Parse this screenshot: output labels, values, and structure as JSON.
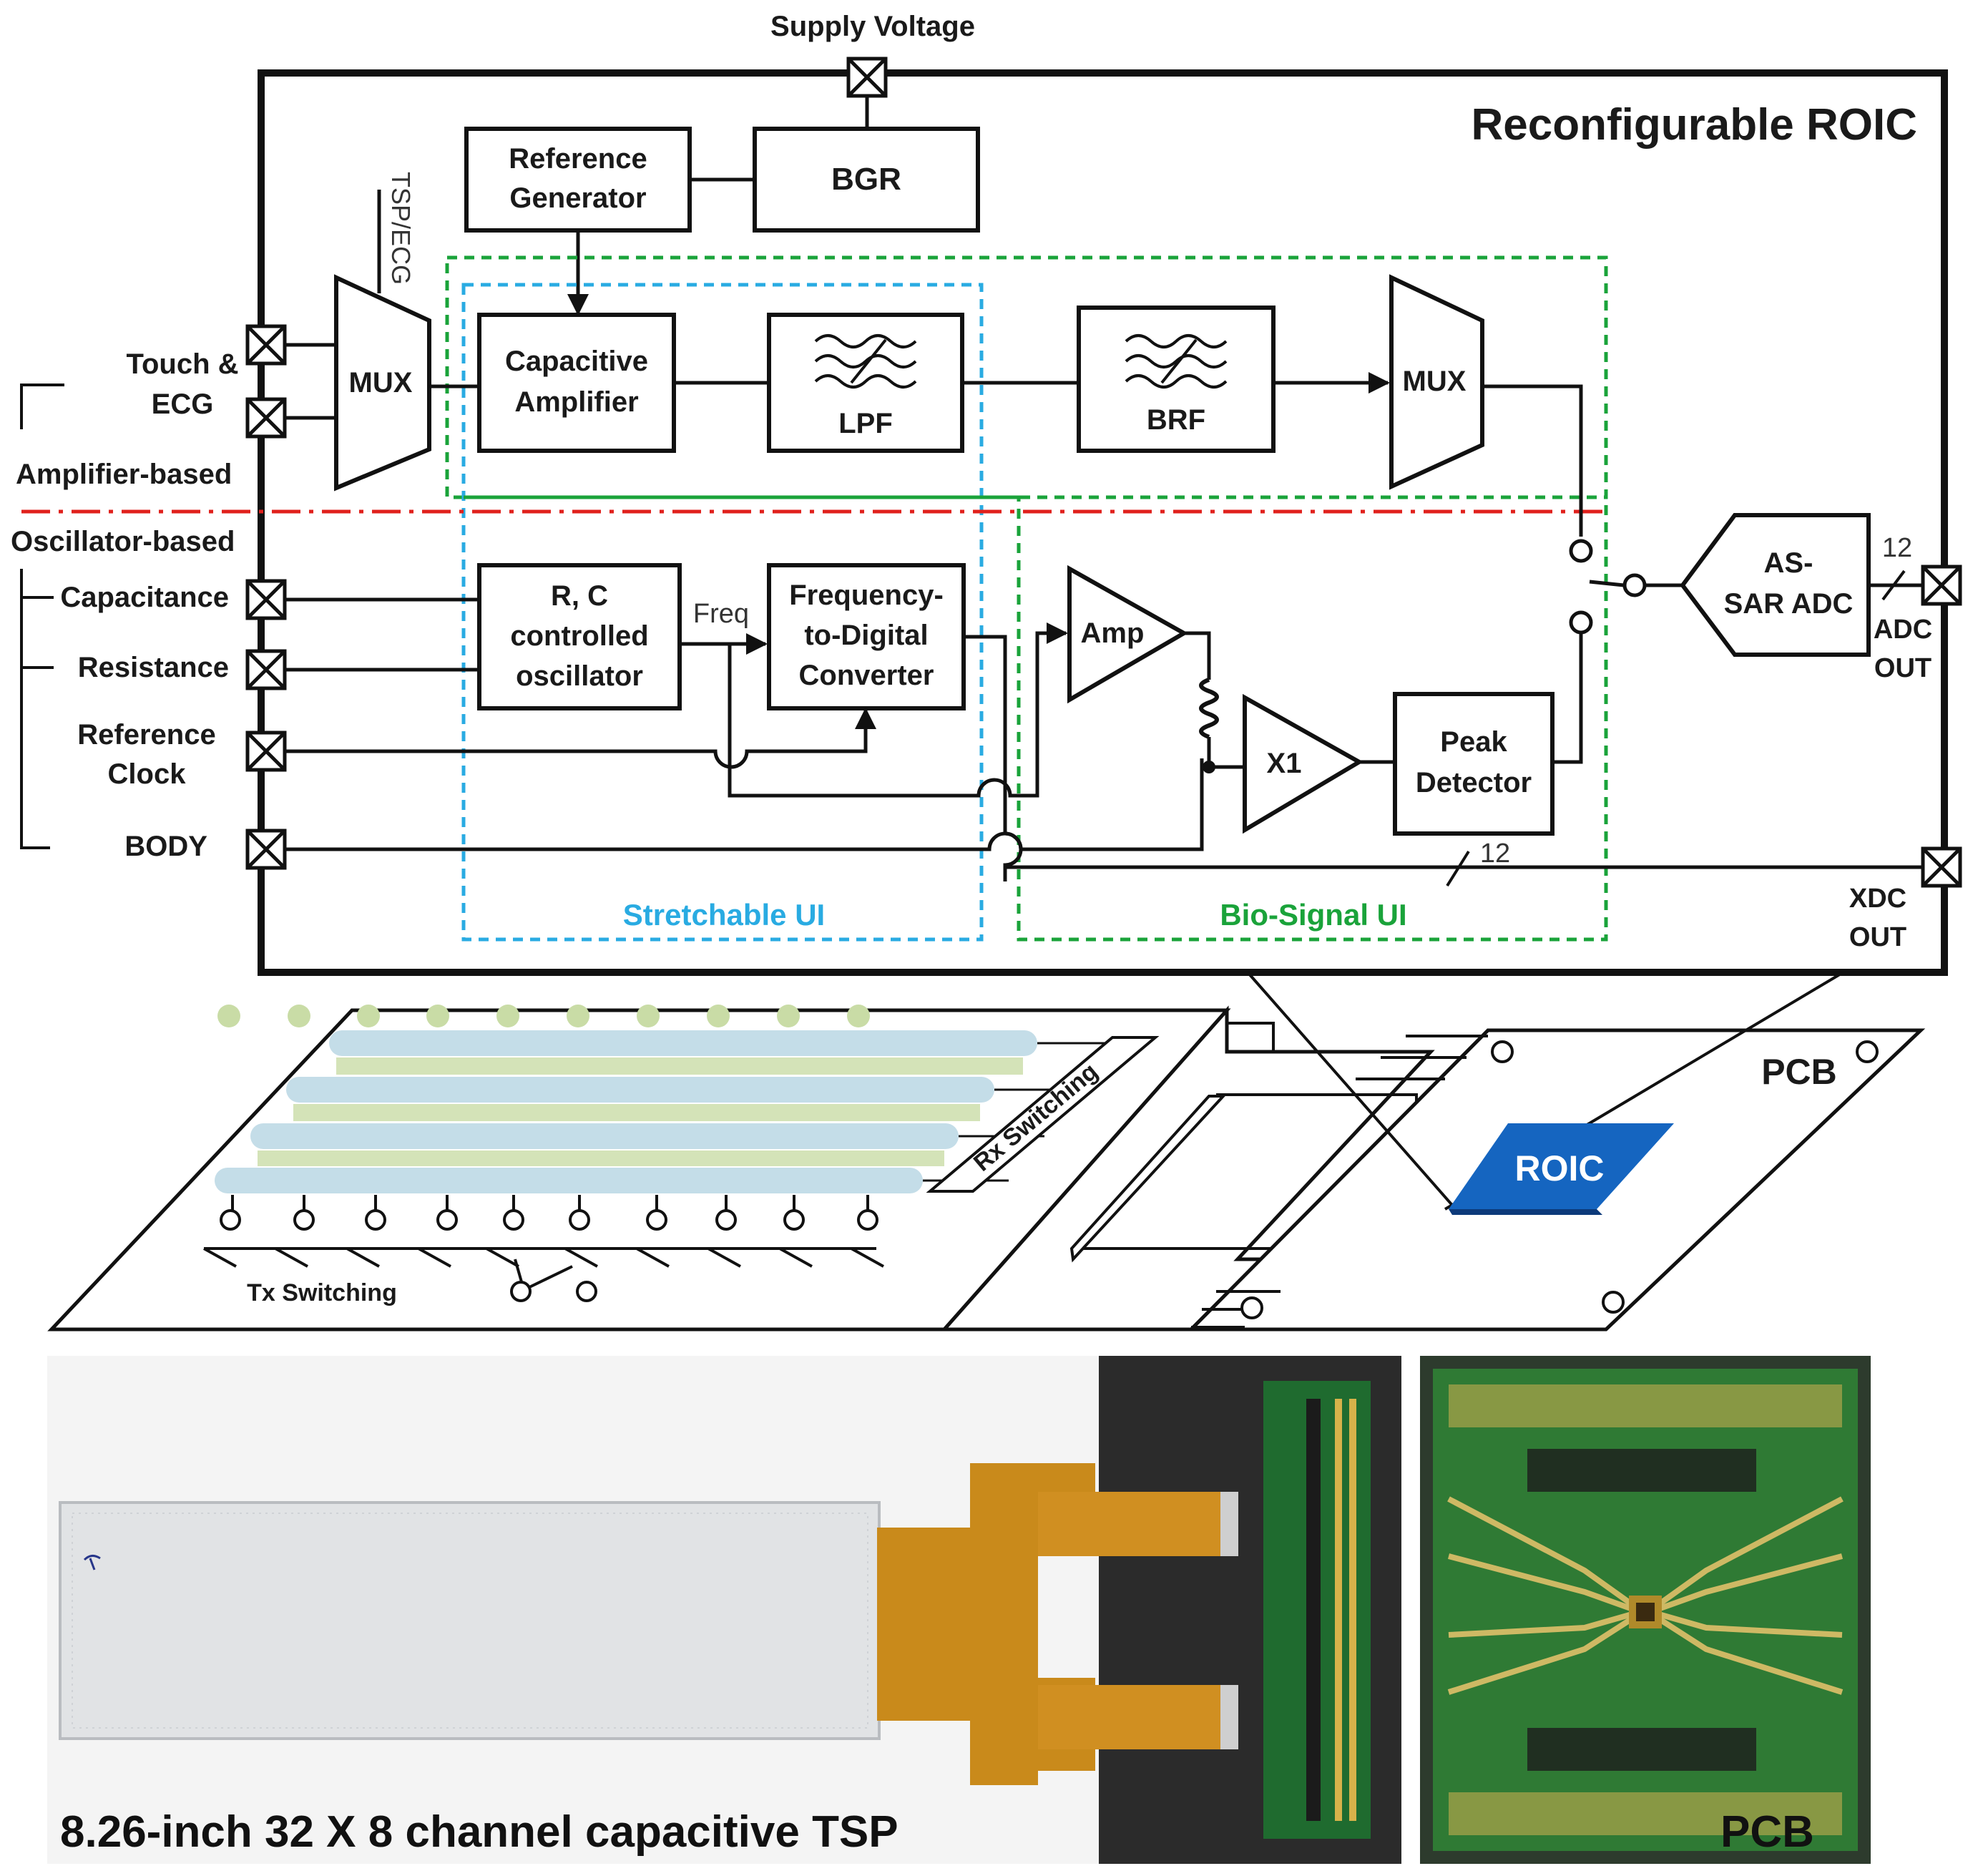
{
  "block_diagram": {
    "title": "Reconfigurable ROIC",
    "supply_label": "Supply Voltage",
    "tsp_ecg_label": "TSP/ECG",
    "blocks": {
      "reference_generator": [
        "Reference",
        "Generator"
      ],
      "bgr": "BGR",
      "mux_left": "MUX",
      "capacitive_amplifier": [
        "Capacitive",
        "Amplifier"
      ],
      "lpf": "LPF",
      "brf": "BRF",
      "mux_right": "MUX",
      "rc_oscillator": [
        "R, C",
        "controlled",
        "oscillator"
      ],
      "fdc": [
        "Frequency-",
        "to-Digital",
        "Converter"
      ],
      "amp": "Amp",
      "x1": "X1",
      "peak_detector": [
        "Peak",
        "Detector"
      ],
      "adc": [
        "AS-",
        "SAR ADC"
      ]
    },
    "signal_freq": "Freq",
    "bus_width_adc": "12",
    "bus_width_xdc": "12",
    "inputs": {
      "touch_ecg": [
        "Touch &",
        "ECG"
      ],
      "amplifier_based": "Amplifier-based",
      "oscillator_based": "Oscillator-based",
      "capacitance": "Capacitance",
      "resistance": "Resistance",
      "reference_clock": [
        "Reference",
        "Clock"
      ],
      "body": "BODY"
    },
    "outputs": {
      "adc_out": [
        "ADC",
        "OUT"
      ],
      "xdc_out": [
        "XDC",
        "OUT"
      ]
    },
    "regions": {
      "stretchable_ui": "Stretchable UI",
      "bio_signal_ui": "Bio-Signal UI"
    },
    "colors": {
      "stretchable": "#29abe2",
      "bio_signal": "#1aa33a",
      "divider": "#e0201c",
      "roic_chip": "#1565c0"
    }
  },
  "isometric": {
    "rx_switching": "Rx Switching",
    "tx_switching": "Tx Switching",
    "roic": "ROIC",
    "pcb": "PCB"
  },
  "photos": {
    "tsp_caption": "8.26-inch 32 X 8 channel capacitive TSP",
    "pcb_caption": "PCB"
  }
}
